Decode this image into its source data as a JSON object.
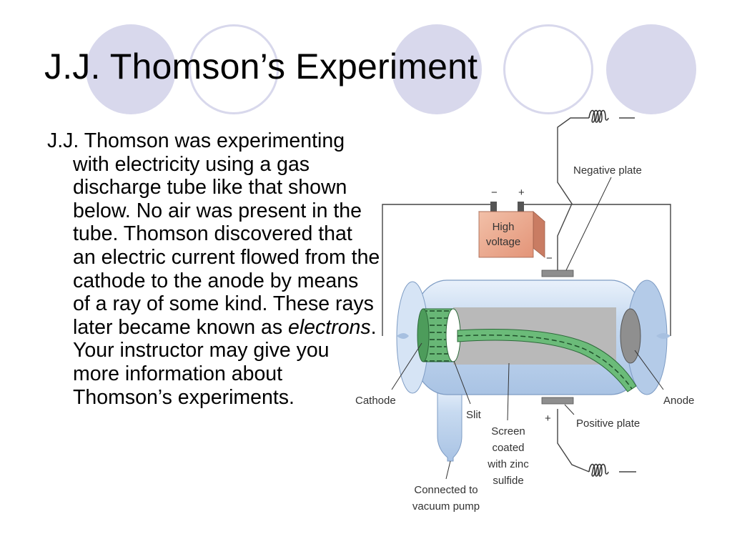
{
  "slide": {
    "title": "J.J. Thomson’s Experiment",
    "body": {
      "text_before": "J.J. Thomson was experimenting with electricity using a gas discharge tube like that shown below. No air was present in the tube. Thomson discovered that an electric current flowed from the cathode to the anode by means of a ray of some kind. These rays later became known as ",
      "emphasis": "electrons",
      "text_after": ". Your instructor may give you more information about Thomson’s experiments."
    }
  },
  "diagram": {
    "battery_minus": "−",
    "battery_plus": "+",
    "battery_line1": "High",
    "battery_line2": "voltage",
    "battery_minus_lower": "−",
    "negative_plate": "Negative plate",
    "positive_plate": "Positive plate",
    "positive_sign": "+",
    "cathode": "Cathode",
    "anode": "Anode",
    "slit": "Slit",
    "screen_line1": "Screen",
    "screen_line2": "coated",
    "screen_line3": "with zinc",
    "screen_line4": "sulfide",
    "pump_line1": "Connected to",
    "pump_line2": "vacuum pump"
  },
  "colors": {
    "decor_circle": "#d8d8ec",
    "tube_glass": "#c6d8ee",
    "screen": "#b4b4b4",
    "cathode_green": "#5fb56e",
    "battery": "#e8a88c"
  }
}
